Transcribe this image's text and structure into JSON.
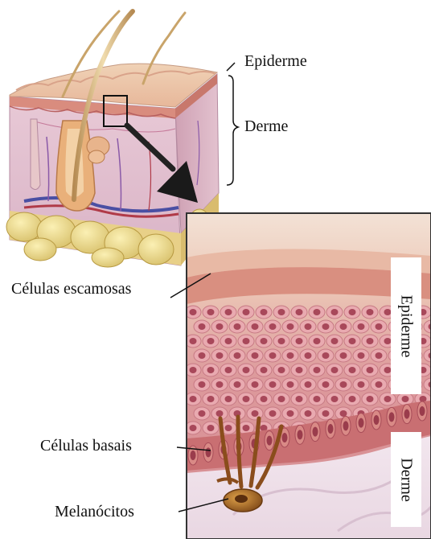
{
  "labels": {
    "epiderme_top": "Epiderme",
    "derme_top": "Derme",
    "celulas_escamosas": "Células escamosas",
    "celulas_basais": "Células basais",
    "melanocitos": "Melanócitos",
    "epiderme_side": "Epiderme",
    "derme_side": "Derme"
  }
}
